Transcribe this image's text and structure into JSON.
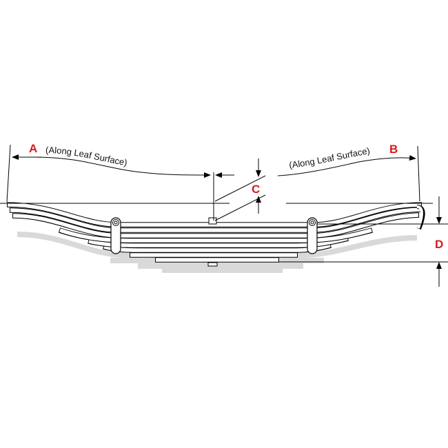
{
  "diagram": {
    "labels": {
      "a": "A",
      "b": "B",
      "c": "C",
      "d": "D"
    },
    "left_note": "(Along Leaf Surface)",
    "right_note": "(Along Leaf Surface)",
    "label_color": "#d71920"
  }
}
